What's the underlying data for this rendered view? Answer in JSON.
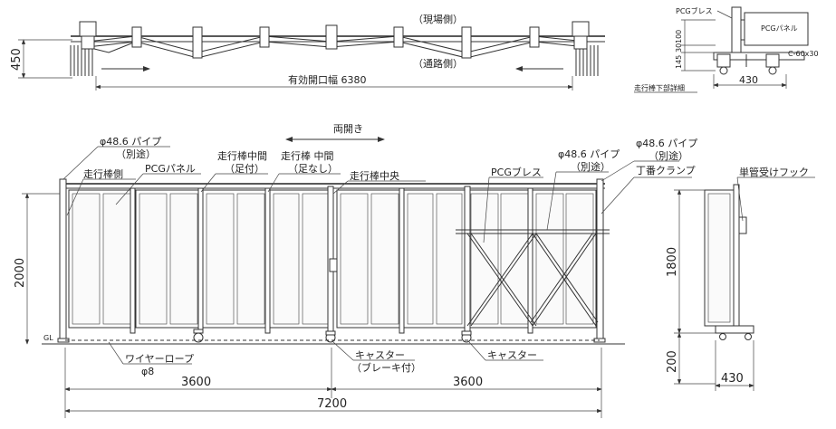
{
  "plan_view": {
    "site_side": "（現場側）",
    "road_side": "（通路側）",
    "effective_opening": "有効開口幅 6380",
    "depth": "450"
  },
  "detail_view": {
    "pcg_brace": "PCGブレス",
    "pcg_panel": "PCGパネル",
    "dim_100": "100",
    "dim_30": "30",
    "dim_145": "145",
    "channel": "C-60x30",
    "width": "430",
    "caption": "走行棒下部詳細"
  },
  "front_view": {
    "double_opening": "両開き",
    "pipe_left": "φ48.6 パイプ",
    "pipe_left_note": "（別途）",
    "runner_side": "走行棒側",
    "pcg_panel": "PCGパネル",
    "runner_mid_foot": "走行棒中間",
    "runner_mid_foot_note": "（足付）",
    "runner_mid_nofoot": "走行棒 中間",
    "runner_mid_nofoot_note": "（足なし）",
    "runner_center": "走行棒中央",
    "pcg_brace": "PCGブレス",
    "pipe_mid": "φ48.6 パイプ",
    "pipe_mid_note": "（別途）",
    "pipe_right": "φ48.6 パイプ",
    "pipe_right_note": "（別途）",
    "hinge_clamp": "丁番クランプ",
    "height": "2000",
    "gl": "GL",
    "wire_rope": "ワイヤーロープ",
    "wire_dia": "φ8",
    "caster_brake": "キャスター",
    "caster_brake_note": "（ブレーキ付）",
    "caster": "キャスター",
    "half_left": "3600",
    "half_right": "3600",
    "total": "7200"
  },
  "side_view": {
    "hook": "単管受けフック",
    "height": "1800",
    "bottom": "200",
    "width": "430"
  }
}
